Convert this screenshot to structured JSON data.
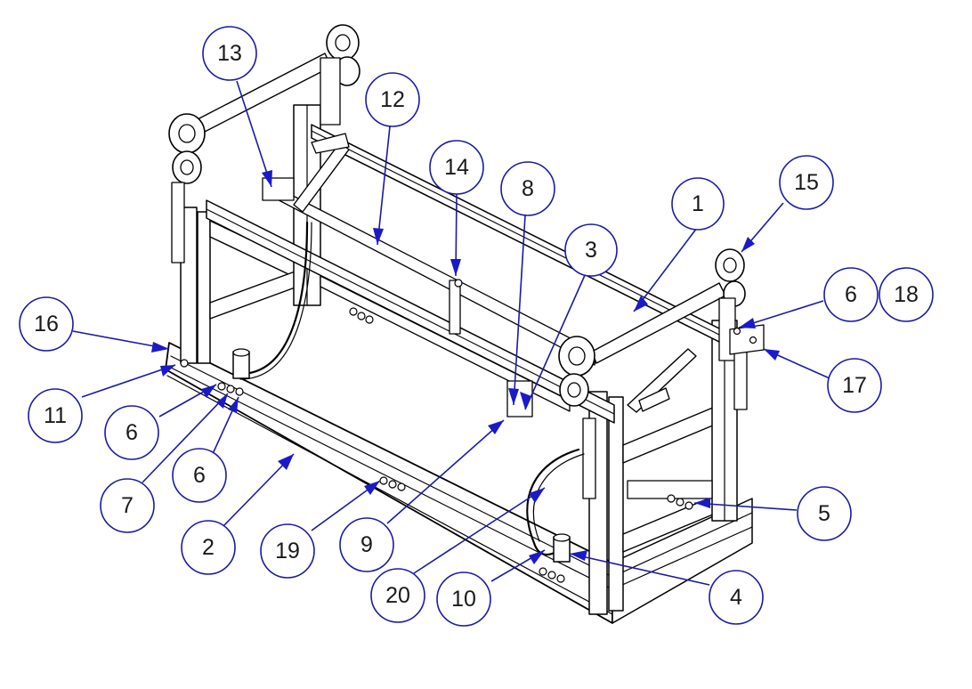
{
  "callouts": [
    {
      "id": "c1",
      "label": "1"
    },
    {
      "id": "c2",
      "label": "2"
    },
    {
      "id": "c3",
      "label": "3"
    },
    {
      "id": "c4",
      "label": "4"
    },
    {
      "id": "c5",
      "label": "5"
    },
    {
      "id": "c6a",
      "label": "6"
    },
    {
      "id": "c6b",
      "label": "6"
    },
    {
      "id": "c6c",
      "label": "6"
    },
    {
      "id": "c7",
      "label": "7"
    },
    {
      "id": "c8",
      "label": "8"
    },
    {
      "id": "c9",
      "label": "9"
    },
    {
      "id": "c10",
      "label": "10"
    },
    {
      "id": "c11",
      "label": "11"
    },
    {
      "id": "c12",
      "label": "12"
    },
    {
      "id": "c13",
      "label": "13"
    },
    {
      "id": "c14",
      "label": "14"
    },
    {
      "id": "c15",
      "label": "15"
    },
    {
      "id": "c16",
      "label": "16"
    },
    {
      "id": "c17",
      "label": "17"
    },
    {
      "id": "c18",
      "label": "18"
    },
    {
      "id": "c19",
      "label": "19"
    },
    {
      "id": "c20",
      "label": "20"
    }
  ],
  "colors": {
    "callout_stroke": "#1a1aa8",
    "arrow_fill": "#1a1ac8",
    "drawing_line": "#000000",
    "background": "#ffffff"
  }
}
